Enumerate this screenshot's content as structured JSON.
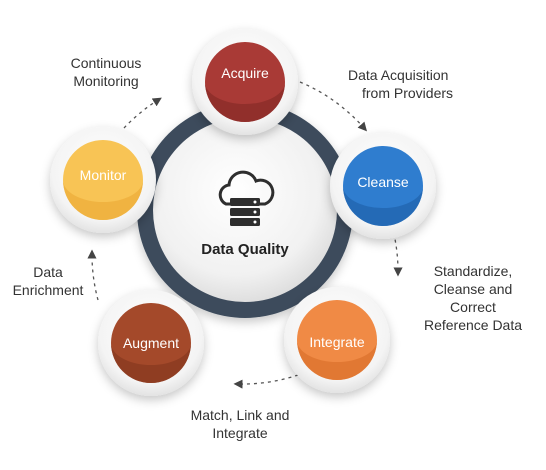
{
  "center": {
    "title": "Data Quality",
    "icon": "server-cloud-icon"
  },
  "nodes": {
    "acquire": {
      "label": "Acquire",
      "color": "#a93a36",
      "shade": "#7d2623"
    },
    "cleanse": {
      "label": "Cleanse",
      "color": "#2f7dcf",
      "shade": "#1c5ba3"
    },
    "integrate": {
      "label": "Integrate",
      "color": "#f08a45",
      "shade": "#d56a24"
    },
    "augment": {
      "label": "Augment",
      "color": "#a4492a",
      "shade": "#7d331b"
    },
    "monitor": {
      "label": "Monitor",
      "color": "#f8c455",
      "shade": "#e9a632"
    }
  },
  "steps": {
    "acquisition": [
      "Data Acquisition",
      "from Providers"
    ],
    "standardize": [
      "Standardize,",
      "Cleanse and",
      "Correct",
      "Reference Data"
    ],
    "match": [
      "Match, Link and",
      "Integrate"
    ],
    "enrichment": [
      "Data",
      "Enrichment"
    ],
    "monitoring": [
      "Continuous",
      "Monitoring"
    ]
  }
}
